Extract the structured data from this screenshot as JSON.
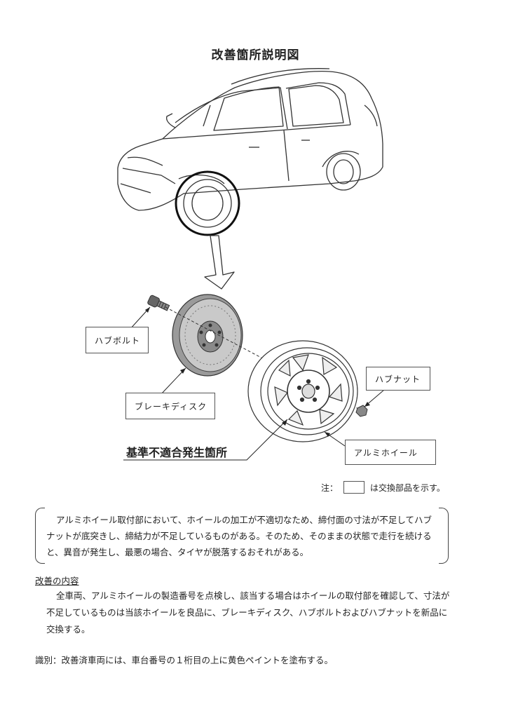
{
  "page_title": "改善箇所説明図",
  "callouts": {
    "hub_bolt": "ハブボルト",
    "brake_disc": "ブレーキディスク",
    "hub_nut": "ハブナット",
    "alloy_wheel": "アルミホイール"
  },
  "nonconformity_site": "基準不適合発生箇所",
  "note": {
    "prefix": "注：",
    "suffix": "は交換部品を示す。"
  },
  "description": "アルミホイール取付部において、ホイールの加工が不適切なため、締付面の寸法が不足してハブナットが底突きし、締結力が不足しているものがある。そのため、そのままの状態で走行を続けると、異音が発生し、最悪の場合、タイヤが脱落するおそれがある。",
  "remedy": {
    "heading": "改善の内容",
    "text": "全車両、アルミホイールの製造番号を点検し、該当する場合はホイールの取付部を確認して、寸法が不足しているものは当該ホイールを良品に、ブレーキディスク、ハブボルトおよびハブナットを新品に交換する。"
  },
  "identification": "識別：改善済車両には、車台番号の１桁目の上に黄色ペイントを塗布する。"
}
